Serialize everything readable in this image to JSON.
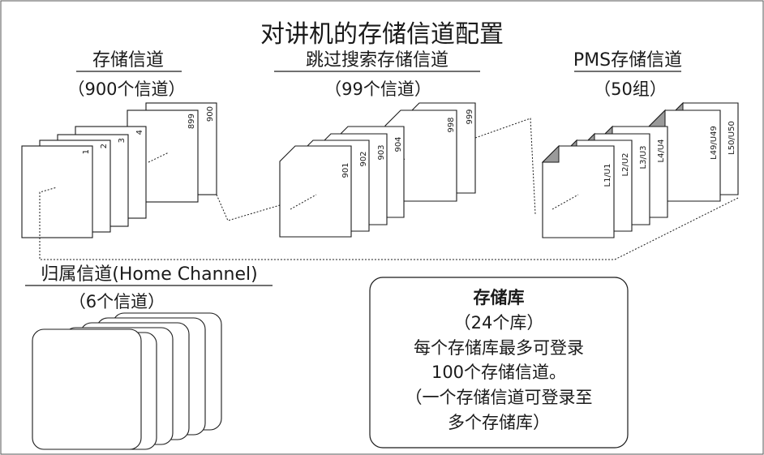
{
  "diagram": {
    "title": "对讲机的存储信道配置",
    "sections": {
      "memory": {
        "title": "存储信道",
        "subtitle": "（900个信道）",
        "card_labels": [
          "1",
          "2",
          "3",
          "4",
          "899",
          "900"
        ]
      },
      "skip": {
        "title": "跳过搜索存储信道",
        "subtitle": "（99个信道）",
        "card_labels": [
          "901",
          "902",
          "903",
          "904",
          "998",
          "999"
        ]
      },
      "pms": {
        "title": "PMS存储信道",
        "subtitle": "（50组）",
        "card_labels": [
          "L1/U1",
          "L2/U2",
          "L3/U3",
          "L4/U4",
          "L49/U49",
          "L50/U50"
        ]
      },
      "home": {
        "title": "归属信道(Home Channel)",
        "subtitle": "（6个信道）"
      },
      "bank": {
        "title": "存储库",
        "lines": [
          "（24个库）",
          "每个存储库最多可登录",
          "100个存储信道。",
          "（一个存储信道可登录至",
          "多个存储库）"
        ]
      }
    }
  }
}
